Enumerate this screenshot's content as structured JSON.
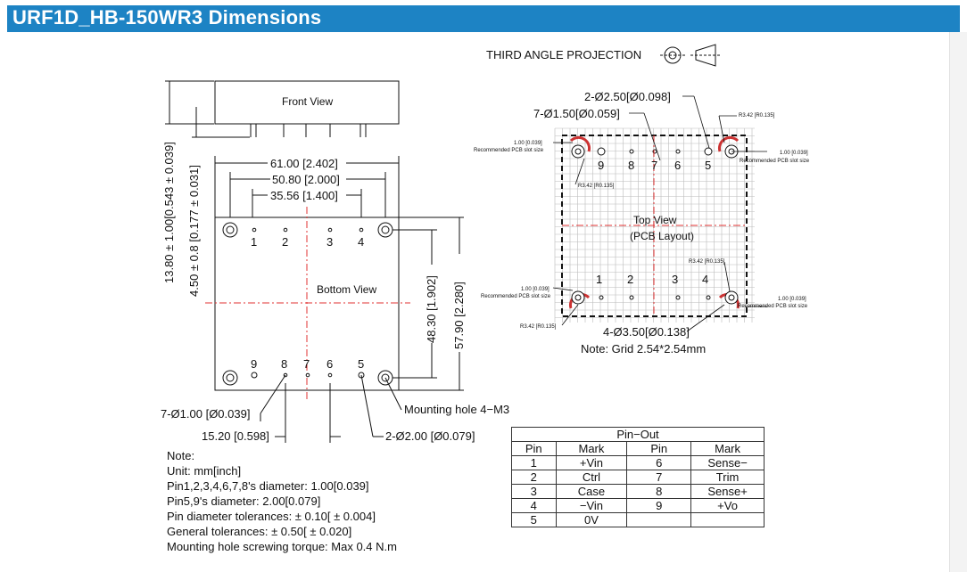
{
  "title": "URF1D_HB-150WR3 Dimensions",
  "projection": "THIRD ANGLE PROJECTION",
  "front_view": {
    "label": "Front View",
    "height_dim": "13.80 ± 1.00[0.543 ± 0.039]",
    "pin_dim": "4.50 ± 0.8 [0.177 ± 0.031]"
  },
  "bottom_view": {
    "label": "Bottom View",
    "width_dim": "61.00 [2.402]",
    "pitch_dim_1": "50.80 [2.000]",
    "pitch_dim_2": "35.56 [1.400]",
    "height_dim_1": "48.30 [1.902]",
    "height_dim_2": "57.90 [2.280]",
    "pin_pitch": "15.20 [0.598]",
    "pin_dia_label": "7-Ø1.00 [Ø0.039]",
    "large_pin_label": "2-Ø2.00 [Ø0.079]",
    "mount_label": "Mounting hole 4−M3",
    "top_pins": [
      "1",
      "2",
      "3",
      "4"
    ],
    "bottom_pins": [
      "9",
      "8",
      "7",
      "6",
      "5"
    ]
  },
  "top_view": {
    "label_1": "Top View",
    "label_2": "(PCB Layout)",
    "hole_label_1": "2-Ø2.50[Ø0.098]",
    "hole_label_2": "7-Ø1.50[Ø0.059]",
    "hole_label_3": "4-Ø3.50[Ø0.138]",
    "grid_note": "Note: Grid 2.54*2.54mm",
    "slot_dim": "1.00 [0.039]",
    "slot_note": "Recommended PCB slot size",
    "radius": "R3.42 [R0.135]",
    "upper_pins": [
      "9",
      "8",
      "7",
      "6",
      "5"
    ],
    "lower_pins": [
      "1",
      "2",
      "3",
      "4"
    ]
  },
  "pinout": {
    "caption": "Pin−Out",
    "headers": [
      "Pin",
      "Mark",
      "Pin",
      "Mark"
    ],
    "rows": [
      [
        "1",
        "+Vin",
        "6",
        "Sense−"
      ],
      [
        "2",
        "Ctrl",
        "7",
        "Trim"
      ],
      [
        "3",
        "Case",
        "8",
        "Sense+"
      ],
      [
        "4",
        "−Vin",
        "9",
        "+Vo"
      ],
      [
        "5",
        "0V",
        "",
        ""
      ]
    ]
  },
  "notes": [
    "Note:",
    "Unit: mm[inch]",
    "Pin1,2,3,4,6,7,8's diameter: 1.00[0.039]",
    "Pin5,9's diameter: 2.00[0.079]",
    "Pin diameter tolerances:  ± 0.10[ ± 0.004]",
    "General tolerances:  ± 0.50[ ± 0.020]",
    "Mounting hole screwing torque: Max 0.4 N.m"
  ],
  "colors": {
    "title_band": "#1d83c4",
    "centerline": "#e03030",
    "slot": "#cc3333"
  }
}
